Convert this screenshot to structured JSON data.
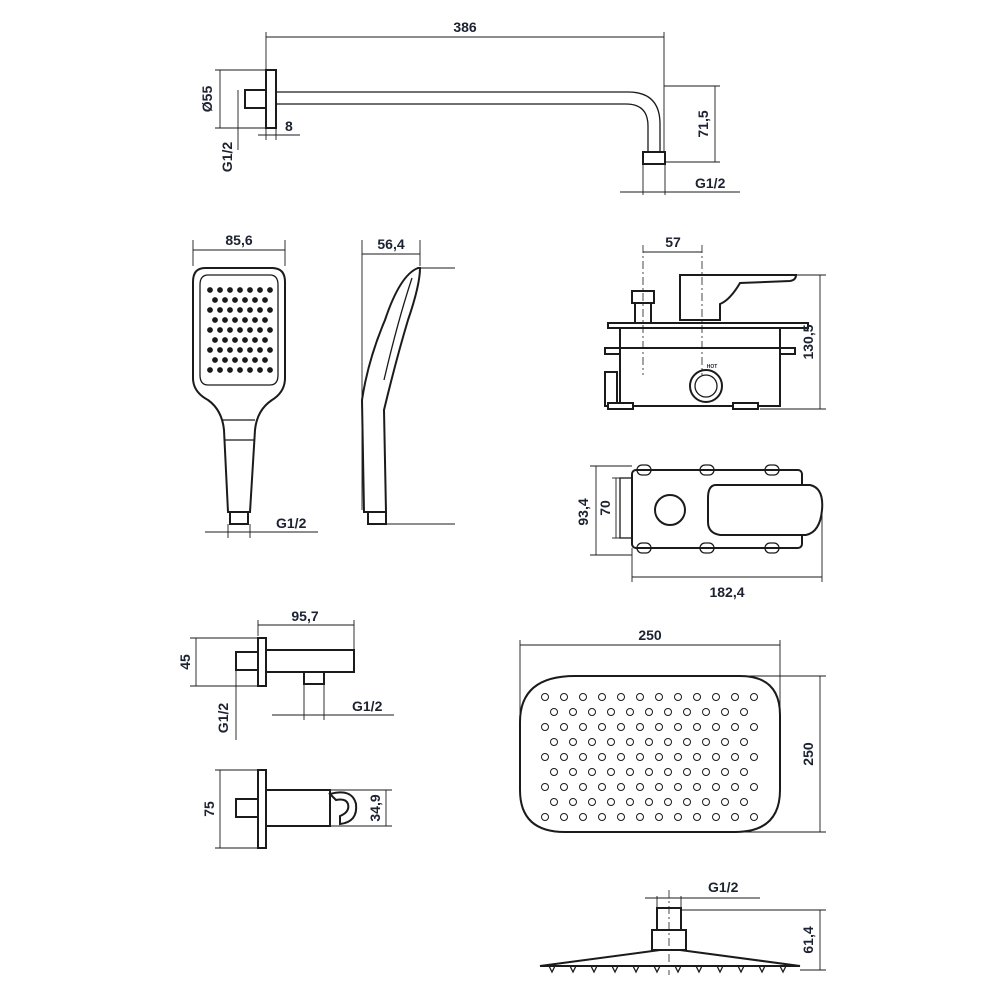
{
  "arm": {
    "length": "386",
    "diameter": "Ø55",
    "depth": "8",
    "thread_wall": "G1/2",
    "drop": "71,5",
    "thread_end": "G1/2"
  },
  "hand_shower": {
    "width": "85,6",
    "depth": "56,4",
    "thread": "G1/2"
  },
  "mixer": {
    "axis_offset": "57",
    "height": "130,5",
    "hot_label": "HOT",
    "plate_height": "93,4",
    "inner_height": "70",
    "plate_width": "182,4"
  },
  "wall_outlet": {
    "length": "95,7",
    "height": "45",
    "thread_wall": "G1/2",
    "thread_out": "G1/2"
  },
  "holder": {
    "height": "75",
    "hook": "34,9"
  },
  "head_shower": {
    "width": "250",
    "depth": "250",
    "thread": "G1/2",
    "height": "61,4"
  }
}
